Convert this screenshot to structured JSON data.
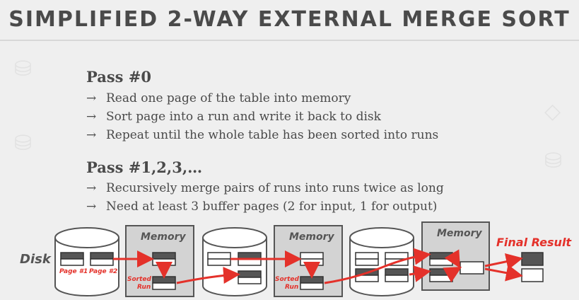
{
  "title": "SIMPLIFIED 2-WAY EXTERNAL MERGE SORT",
  "pass0": {
    "heading": "Pass #0",
    "bullets": [
      "Read one page of the table into memory",
      "Sort page into a run and write it back to disk",
      "Repeat until the whole table has been sorted into runs"
    ]
  },
  "pass123": {
    "heading": "Pass #1,2,3,…",
    "bullets": [
      "Recursively merge pairs of runs into runs twice as long",
      "Need at least 3 buffer pages (2 for input, 1 for output)"
    ]
  },
  "arrow_glyph": "→",
  "diagram": {
    "disk_label": "Disk",
    "memory_label": "Memory",
    "page1_label": "Page #1",
    "page2_label": "Page #2",
    "sorted_label": "Sorted",
    "run_label": "Run",
    "final_label": "Final Result",
    "colors": {
      "accent": "#e4312a",
      "memory_box": "#d3d3d3",
      "page_dark": "#555555"
    }
  }
}
